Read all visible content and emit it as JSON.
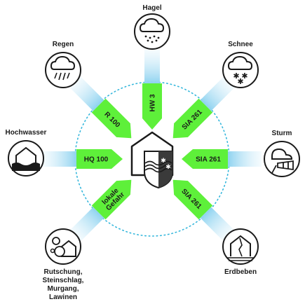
{
  "diagram": {
    "colors": {
      "standard_arrow": "#5ef03a",
      "channel": "#bfe6f7",
      "dashed_circle": "#35b7dc",
      "icon_stroke": "#1a1a1a"
    },
    "hazards": [
      {
        "id": "hagel",
        "label": "Hagel",
        "icon": "hail-cloud-icon",
        "standard": "HW 3"
      },
      {
        "id": "schnee",
        "label": "Schnee",
        "icon": "snow-cloud-icon",
        "standard": "SIA 261"
      },
      {
        "id": "sturm",
        "label": "Sturm",
        "icon": "windsock-icon",
        "standard": "SIA 261"
      },
      {
        "id": "erdbeben",
        "label": "Erdbeben",
        "icon": "earthquake-house-icon",
        "standard": "SIA 261"
      },
      {
        "id": "rutschung",
        "label_lines": [
          "Rutschung,",
          "Steinschlag,",
          "Murgang,",
          "Lawinen"
        ],
        "icon": "rockfall-house-icon",
        "standard_lines": [
          "lokale",
          "Gefahr"
        ]
      },
      {
        "id": "hochwasser",
        "label": "Hochwasser",
        "icon": "flood-house-icon",
        "standard": "HQ 100"
      },
      {
        "id": "regen",
        "label": "Regen",
        "icon": "rain-cloud-icon",
        "standard": "R 100"
      }
    ],
    "center_icon": "house-with-coat-of-arms-icon"
  }
}
